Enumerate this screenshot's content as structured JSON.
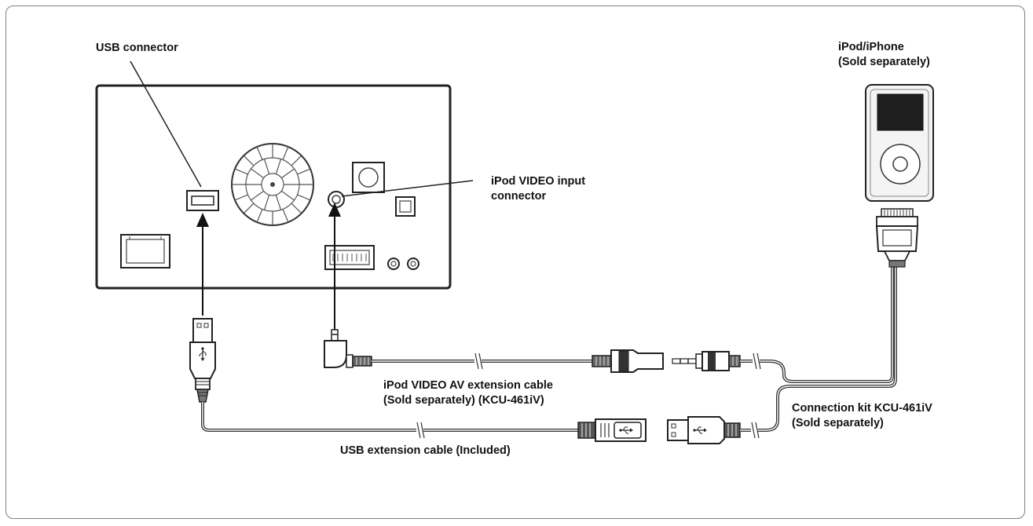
{
  "labels": {
    "usb_connector": "USB connector",
    "ipod_video_input": [
      "iPod VIDEO input",
      "connector"
    ],
    "ipod_device": [
      "iPod/iPhone",
      "(Sold separately)"
    ],
    "av_extension_cable": [
      "iPod VIDEO AV extension cable",
      "(Sold separately) (KCU-461iV)"
    ],
    "usb_extension_cable": "USB extension cable (Included)",
    "connection_kit": [
      "Connection kit KCU-461iV",
      "(Sold separately)"
    ]
  },
  "icons": {
    "usb_symbol": "usb-trident-icon",
    "cable_break": "cable-break-icon"
  },
  "colors": {
    "line": "#222222",
    "device_fill": "#f4f4f4",
    "screen": "#1e1e1e",
    "frame": "#7f7f7f"
  }
}
